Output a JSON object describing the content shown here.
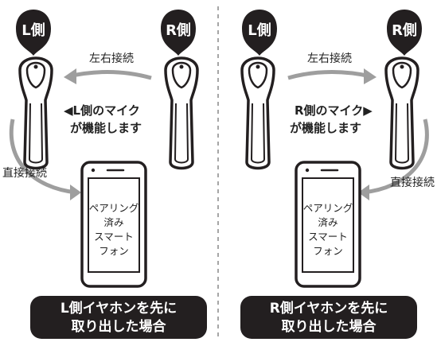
{
  "colors": {
    "dark": "#231f20",
    "arrow": "#9e9e9e",
    "divider": "#777777",
    "white": "#ffffff"
  },
  "left": {
    "pin_l": "L側",
    "pin_r": "R側",
    "link_label": "左右接続",
    "mic_line1": "◀L側のマイク",
    "mic_line2": "が機能します",
    "direct_label": "直接接続",
    "phone_lines": [
      "ペアリング",
      "済み",
      "スマート",
      "フォン"
    ],
    "caption_line1": "L側イヤホンを先に",
    "caption_line2": "取り出した場合"
  },
  "right": {
    "pin_l": "L側",
    "pin_r": "R側",
    "link_label": "左右接続",
    "mic_line1": "R側のマイク▶",
    "mic_line2": "が機能します",
    "direct_label": "直接接続",
    "phone_lines": [
      "ペアリング",
      "済み",
      "スマート",
      "フォン"
    ],
    "caption_line1": "R側イヤホンを先に",
    "caption_line2": "取り出した場合"
  }
}
